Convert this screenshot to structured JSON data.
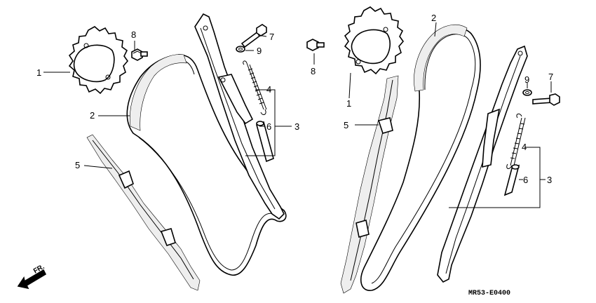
{
  "diagram": {
    "part_labels": {
      "sprocket": "1",
      "chain": "2",
      "tensioner": "3",
      "spring": "4",
      "guide": "5",
      "collar": "6",
      "bolt_a": "7",
      "bolt_b": "8",
      "washer": "9"
    },
    "direction_label": "FR.",
    "drawing_code": "MR53-E0400"
  }
}
